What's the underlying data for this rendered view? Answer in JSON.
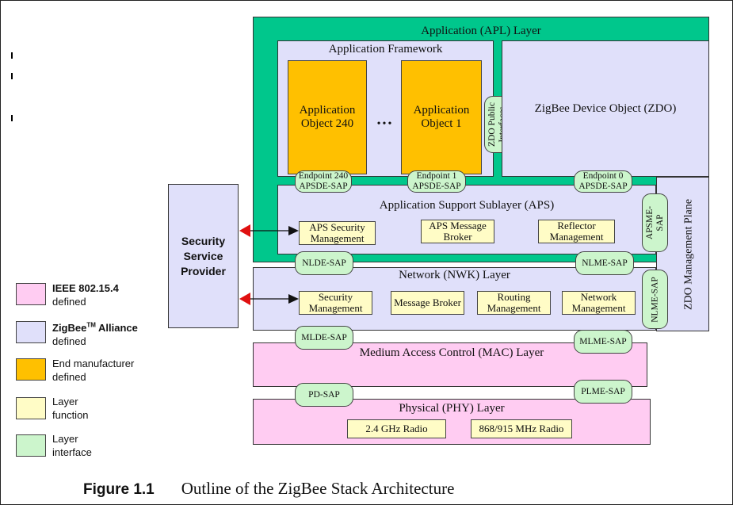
{
  "colors": {
    "ieee": "#ffccf2",
    "alliance": "#e0e0fa",
    "manufacturer": "#ffc000",
    "layer_function": "#fffcc6",
    "layer_interface": "#ccf5cc",
    "apl_band": "#00c78c",
    "arrow": "#e01010"
  },
  "apl": {
    "title": "Application (APL) Layer"
  },
  "framework": {
    "title": "Application Framework",
    "obj240": "Application Object 240",
    "ellipsis": "•••",
    "obj1": "Application Object 1"
  },
  "zdo_public": "ZDO Public Interfaces",
  "zdo": {
    "title": "ZigBee Device Object (ZDO)"
  },
  "endpoints": {
    "ep240": "Endpoint 240 APSDE-SAP",
    "ep1": "Endpoint 1 APSDE-SAP",
    "ep0": "Endpoint 0 APSDE-SAP"
  },
  "aps": {
    "title": "Application Support Sublayer (APS)",
    "security": "APS Security Management",
    "message": "APS Message Broker",
    "reflector": "Reflector Management"
  },
  "apsme_sap": "APSME-SAP",
  "zdo_mgmt": "ZDO Management Plane",
  "nlde_sap": "NLDE-SAP",
  "nlme_sap_h": "NLME-SAP",
  "nlme_sap_v": "NLME-SAP",
  "nwk": {
    "title": "Network (NWK) Layer",
    "security": "Security Management",
    "message": "Message Broker",
    "routing": "Routing Management",
    "network": "Network Management"
  },
  "mlde_sap": "MLDE-SAP",
  "mlme_sap": "MLME-SAP",
  "mac": {
    "title": "Medium Access Control (MAC) Layer"
  },
  "pd_sap": "PD-SAP",
  "plme_sap": "PLME-SAP",
  "phy": {
    "title": "Physical (PHY) Layer",
    "radio24": "2.4 GHz Radio",
    "radio868": "868/915 MHz Radio"
  },
  "ssp": {
    "title": "Security Service Provider"
  },
  "legend": {
    "ieee_title": "IEEE 802.15.4",
    "ieee_sub": "defined",
    "alliance_title": "ZigBee",
    "alliance_tm": "TM",
    "alliance_rest": " Alliance",
    "alliance_sub": "defined",
    "manufacturer": "End manufacturer defined",
    "function": "Layer function",
    "interface": "Layer interface"
  },
  "caption": {
    "number": "Figure 1.1",
    "text": "Outline of the ZigBee Stack Architecture"
  }
}
